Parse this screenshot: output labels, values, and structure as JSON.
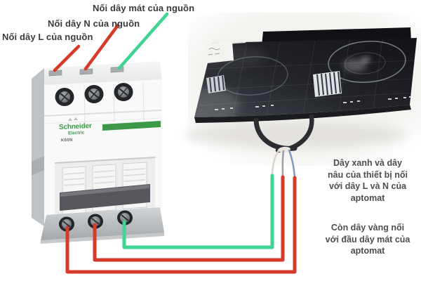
{
  "labels": {
    "ground_source": "Nối dây mát của nguồn",
    "neutral_source": "Nối dây N của nguồn",
    "live_source": "Nối dây L của nguồn"
  },
  "notes": {
    "blue_brown_wires": "Dây xanh và dây\nnâu của thiết bị nối\nvới dây L và N của\naptomat",
    "yellow_wire": "Còn dây vàng nối\nvới đầu dây mát của\naptomat"
  },
  "breaker": {
    "brand": "Schneider",
    "brand_sub": "Electric",
    "model": "K60N"
  },
  "colors": {
    "live_wire": "#d63a2a",
    "ground_wire": "#3fd492",
    "brand_green": "#3d9948",
    "label_text": "#3b3b3b",
    "note_text": "#4d4d4d"
  }
}
